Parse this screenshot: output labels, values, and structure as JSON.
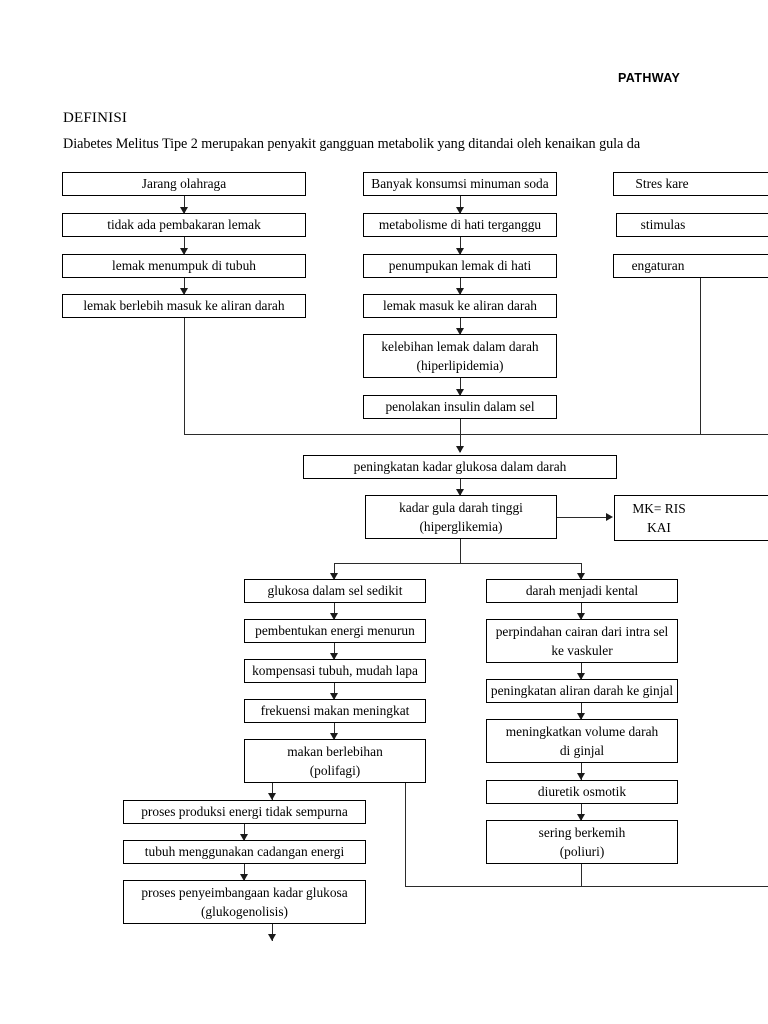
{
  "header": {
    "pathway_title": "PATHWAY"
  },
  "definition": {
    "label": "DEFINISI",
    "text": "Diabetes Melitus Tipe 2 merupakan penyakit gangguan metabolik yang ditandai oleh kenaikan gula da"
  },
  "nodes": {
    "n_jarang_olahraga": "Jarang olahraga",
    "n_tidak_pembakaran": "tidak ada pembakaran lemak",
    "n_lemak_menumpuk": "lemak menumpuk di tubuh",
    "n_lemak_berlebih": "lemak berlebih masuk ke aliran darah",
    "n_minuman_soda": "Banyak konsumsi minuman soda",
    "n_metabolisme_hati": "metabolisme di hati terganggu",
    "n_penumpukan_hati": "penumpukan lemak di hati",
    "n_lemak_masuk": "lemak masuk ke aliran darah",
    "n_kelebihan_lemak_1": "kelebihan lemak dalam darah",
    "n_kelebihan_lemak_2": "(hiperlipidemia)",
    "n_penolakan_insulin": "penolakan insulin dalam sel",
    "n_stres": "Stres kare",
    "n_stimulasi": "stimulas",
    "n_pengaturan": "engaturan",
    "n_peningkatan_glukosa": "peningkatan kadar glukosa dalam darah",
    "n_gula_tinggi_1": "kadar gula darah tinggi",
    "n_gula_tinggi_2": "(hiperglikemia)",
    "n_mk_1": "MK= RIS",
    "n_mk_2": "KAI",
    "n_glukosa_sedikit": "glukosa dalam sel sedikit",
    "n_energi_menurun": "pembentukan energi menurun",
    "n_kompensasi": "kompensasi tubuh, mudah lapa",
    "n_frekuensi_makan": "frekuensi makan meningkat",
    "n_polifagi_1": "makan berlebihan",
    "n_polifagi_2": "(polifagi)",
    "n_produksi_tidak_sempurna": "proses produksi energi tidak sempurna",
    "n_cadangan_energi": "tubuh menggunakan cadangan energi",
    "n_glukogenolisis_1": "proses penyeimbangaan kadar glukosa",
    "n_glukogenolisis_2": "(glukogenolisis)",
    "n_darah_kental": "darah menjadi kental",
    "n_perpindahan_1": "perpindahan cairan dari intra sel",
    "n_perpindahan_2": "ke vaskuler",
    "n_aliran_ginjal": "peningkatan aliran darah ke ginjal",
    "n_volume_ginjal_1": "meningkatkan volume darah",
    "n_volume_ginjal_2": "di ginjal",
    "n_diuretik": "diuretik osmotik",
    "n_poliuri_1": "sering berkemih",
    "n_poliuri_2": "(poliuri)"
  },
  "colors": {
    "page_background": "#ffffff",
    "text": "#000000",
    "box_border": "#000000",
    "connector": "#2b2b2b"
  }
}
